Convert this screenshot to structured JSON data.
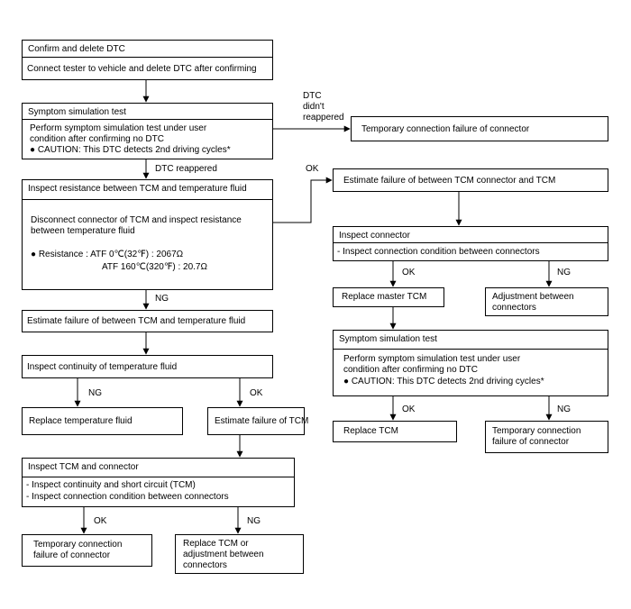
{
  "b1": {
    "title": "Confirm and delete DTC",
    "body": "Connect tester to vehicle and delete DTC after confirming"
  },
  "b2": {
    "title": "Symptom simulation test",
    "line1": "Perform symptom simulation test under user",
    "line2": "condition after confirming no DTC",
    "caution": "● CAUTION: This DTC detects   2nd driving cycles*"
  },
  "labels": {
    "didnt1": "DTC",
    "didnt2": "didn't",
    "didnt3": "reappered",
    "reappeared": "DTC reappered",
    "ok_top": "OK",
    "ng_mid": "NG",
    "ng_cont": "NG",
    "ok_cont": "OK",
    "ok_tcm": "OK",
    "ng_tcm": "NG",
    "ok_conn": "OK",
    "ng_conn": "NG",
    "ok_sim2": "OK",
    "ng_sim2": "NG"
  },
  "temp_fail_top": "Temporary connection failure of connector",
  "b3": {
    "title": "Inspect resistance between TCM and temperature fluid",
    "line1": "Disconnect connector of TCM and inspect resistance",
    "line2": "between temperature fluid",
    "res1": "● Resistance : ATF 0℃(32℉) : 2067Ω",
    "res2": "ATF 160℃(320℉) : 20.7Ω"
  },
  "b4": {
    "text": "Estimate failure of between TCM and temperature fluid"
  },
  "b5": {
    "text": "Inspect continuity of temperature fluid"
  },
  "b6": {
    "text": "Replace temperature fluid"
  },
  "b7": {
    "text": "Estimate failure of TCM"
  },
  "b8": {
    "title": "Inspect TCM and connector",
    "line1": "- Inspect continuity and short circuit (TCM)",
    "line2": "- Inspect connection condition between connectors"
  },
  "b9": {
    "line1": "Temporary connection",
    "line2": "failure of connector"
  },
  "b10": {
    "line1": "Replace TCM or",
    "line2": "adjustment between",
    "line3": "connectors"
  },
  "r1": {
    "text": "Estimate failure of between TCM connector and TCM"
  },
  "r2": {
    "title": "Inspect connector",
    "body": "- Inspect connection condition between connectors"
  },
  "r3": {
    "text": "Replace master TCM"
  },
  "r4": {
    "line1": "Adjustment between",
    "line2": "connectors"
  },
  "r5": {
    "title": "Symptom simulation test",
    "line1": "Perform symptom simulation test under user",
    "line2": "condition after confirming no DTC",
    "caution": "● CAUTION: This DTC detects   2nd driving cycles*"
  },
  "r6": {
    "text": "Replace TCM"
  },
  "r7": {
    "line1": "Temporary connection",
    "line2": "failure of connector"
  }
}
